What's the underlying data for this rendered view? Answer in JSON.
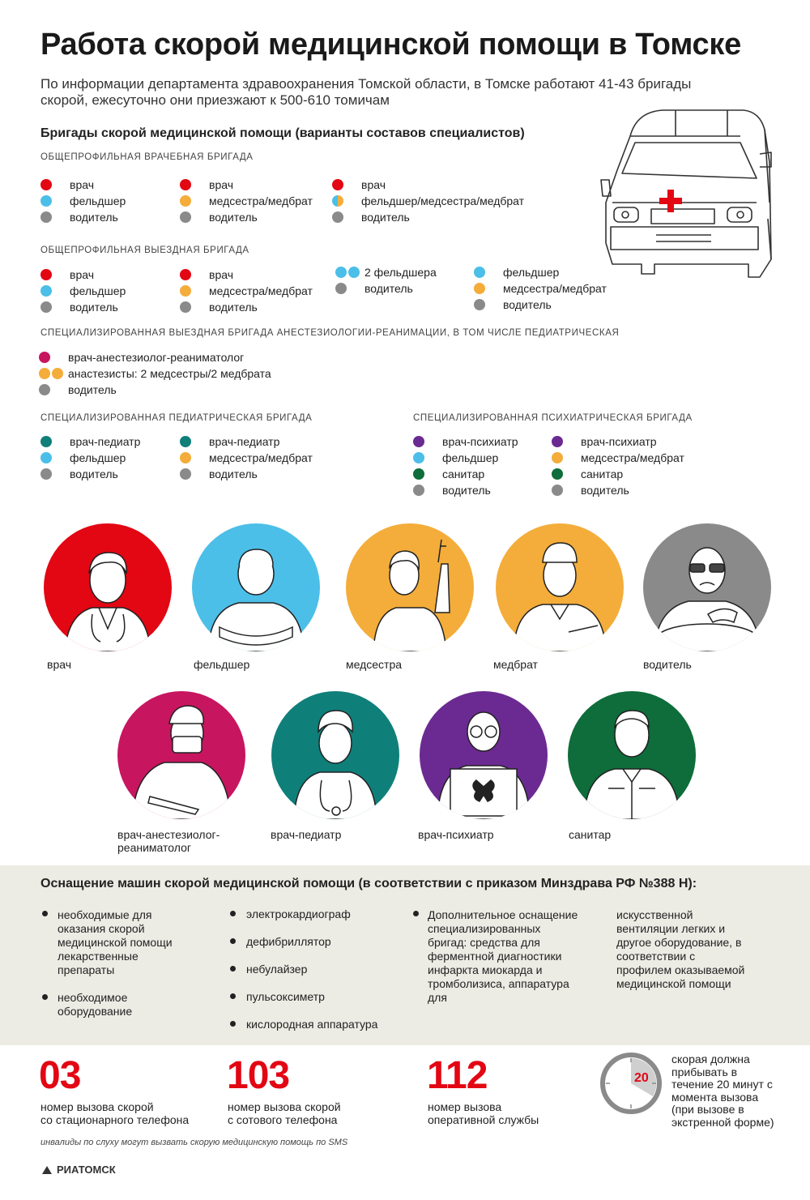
{
  "title": "Работа скорой медицинской помощи в Томске",
  "intro": "По информации департамента здравоохранения Томской области, в Томске работают 41-43 бригады скорой, ежесуточно они приезжают к 500-610 томичам",
  "section_title": "Бригады скорой медицинской помощи (варианты составов специалистов)",
  "colors": {
    "vrach": "#e30613",
    "feldsher": "#4bbfe8",
    "medsestra": "#f4ad3a",
    "voditel": "#8a8a8a",
    "anest": "#c8155f",
    "pediatr": "#0f7f7a",
    "psih": "#6b2a91",
    "sanitar": "#0e6d3a"
  },
  "brigades": {
    "general_doctor": {
      "caption": "ОБЩЕПРОФИЛЬНАЯ ВРАЧЕБНАЯ БРИГАДА",
      "cols": [
        [
          "врач",
          "фельдшер",
          "водитель"
        ],
        [
          "врач",
          "медсестра/медбрат",
          "водитель"
        ],
        [
          "врач",
          "фельдшер/медсестра/медбрат",
          "водитель"
        ]
      ]
    },
    "general_field": {
      "caption": "ОБЩЕПРОФИЛЬНАЯ ВЫЕЗДНАЯ БРИГАДА",
      "cols": [
        [
          "врач",
          "фельдшер",
          "водитель"
        ],
        [
          "врач",
          "медсестра/медбрат",
          "водитель"
        ],
        [
          "2 фельдшера",
          "водитель"
        ],
        [
          "фельдшер",
          "медсестра/медбрат",
          "водитель"
        ]
      ]
    },
    "anesthesia": {
      "caption": "СПЕЦИАЛИЗИРОВАННАЯ ВЫЕЗДНАЯ БРИГАДА АНЕСТЕЗИОЛОГИИ-РЕАНИМАЦИИ, В ТОМ ЧИСЛЕ ПЕДИАТРИЧЕСКАЯ",
      "items": [
        "врач-анестезиолог-реаниматолог",
        "анастезисты: 2 медсестры/2 медбрата",
        "водитель"
      ]
    },
    "pediatric": {
      "caption": "СПЕЦИАЛИЗИРОВАННАЯ ПЕДИАТРИЧЕСКАЯ БРИГАДА",
      "cols": [
        [
          "врач-педиатр",
          "фельдшер",
          "водитель"
        ],
        [
          "врач-педиатр",
          "медсестра/медбрат",
          "водитель"
        ]
      ]
    },
    "psychiatric": {
      "caption": "СПЕЦИАЛИЗИРОВАННАЯ ПСИХИАТРИЧЕСКАЯ БРИГАДА",
      "cols": [
        [
          "врач-психиатр",
          "фельдшер",
          "санитар",
          "водитель"
        ],
        [
          "врач-психиатр",
          "медсестра/медбрат",
          "санитар",
          "водитель"
        ]
      ]
    }
  },
  "people": {
    "vrach": "врач",
    "feldsher": "фельдшер",
    "medsestra": "медсестра",
    "medbrat": "медбрат",
    "voditel": "водитель",
    "anest_1": "врач-анестезиолог-",
    "anest_2": "реаниматолог",
    "pediatr": "врач-педиатр",
    "psih": "врач-психиатр",
    "sanitar": "санитар"
  },
  "equipment": {
    "title": "Оснащение машин скорой медицинской помощи (в соответствии с приказом Минздрава РФ №388 Н):",
    "col1": [
      "необходимые для оказания скорой медицинской помощи лекарственные препараты",
      "необходимое оборудование"
    ],
    "col2": [
      "электрокардиограф",
      "дефибриллятор",
      "небулайзер",
      "пульсоксиметр",
      "кислородная аппаратура"
    ],
    "col3": "Дополнительное оснащение специализированных бригад: средства для ферментной диагностики инфаркта миокарда и тромболизиса, аппаратура для",
    "col4": "искусственной вентиляции легких и другое оборудование, в соответствии с профилем оказываемой медицинской помощи"
  },
  "numbers": [
    {
      "num": "03",
      "desc1": "номер вызова скорой",
      "desc2": "со стационарного телефона"
    },
    {
      "num": "103",
      "desc1": "номер вызова скорой",
      "desc2": "с сотового телефона"
    },
    {
      "num": "112",
      "desc1": "номер вызова",
      "desc2": "оперативной службы"
    }
  ],
  "timer": {
    "value": "20",
    "text": "скорая должна прибывать в течение 20 минут с момента вызова (при вызове в экстренной форме)"
  },
  "note": "инвалиды по слуху могут вызвать скорую медицинскую помощь по SMS",
  "logo": "РИАТОМСК"
}
